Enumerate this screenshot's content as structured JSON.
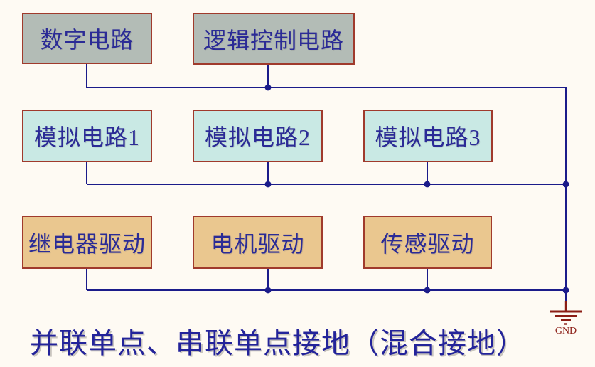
{
  "colors": {
    "background": "#fefaf3",
    "box_border": "#a03a2c",
    "box_text": "#2b2b96",
    "wire": "#1b1b8a",
    "ground_symbol": "#8b1d15",
    "digital_fill": "#b3bcb6",
    "analog_fill": "#c9e9e4",
    "driver_fill": "#eac78f",
    "caption_text": "#23239a"
  },
  "rows": [
    {
      "name": "digital-logic-row",
      "boxes": [
        {
          "label": "数字电路"
        },
        {
          "label": "逻辑控制电路"
        }
      ]
    },
    {
      "name": "analog-row",
      "boxes": [
        {
          "label": "模拟电路1"
        },
        {
          "label": "模拟电路2"
        },
        {
          "label": "模拟电路3"
        }
      ]
    },
    {
      "name": "driver-row",
      "boxes": [
        {
          "label": "继电器驱动"
        },
        {
          "label": "电机驱动"
        },
        {
          "label": "传感驱动"
        }
      ]
    }
  ],
  "ground": {
    "label": "GND"
  },
  "caption": {
    "text": "并联单点、串联单点接地（混合接地）"
  }
}
